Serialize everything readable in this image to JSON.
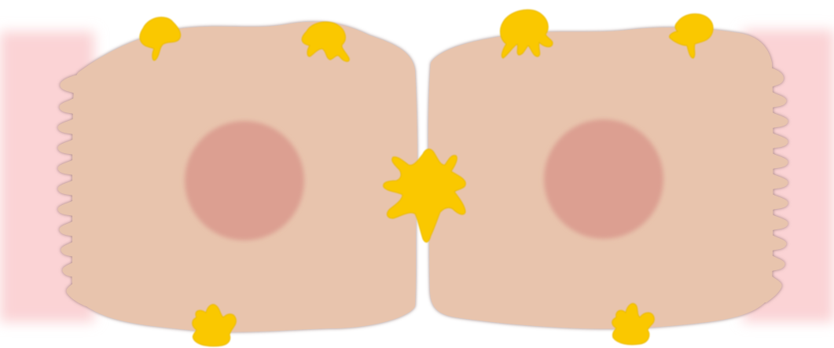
{
  "figure": {
    "cells": [
      {
        "name": "left-cell",
        "has_nucleus": true,
        "microvilli_side": "left"
      },
      {
        "name": "right-cell",
        "has_nucleus": true,
        "microvilli_side": "right"
      }
    ],
    "yellow_spots": [
      {
        "name": "spot-left-top-a"
      },
      {
        "name": "spot-left-top-b"
      },
      {
        "name": "spot-left-bottom"
      },
      {
        "name": "spot-right-top-a"
      },
      {
        "name": "spot-right-top-b"
      },
      {
        "name": "spot-right-bottom"
      },
      {
        "name": "spot-center-junction"
      }
    ],
    "colors": {
      "background": "#ffffff",
      "side_tint": "#fbd3d5",
      "cell_fill": "#e8c4ad",
      "cell_edge": "#9a7a75",
      "nucleus": "#dc9f91",
      "spot": "#fac800",
      "spot_edge": "#e8b800"
    }
  }
}
